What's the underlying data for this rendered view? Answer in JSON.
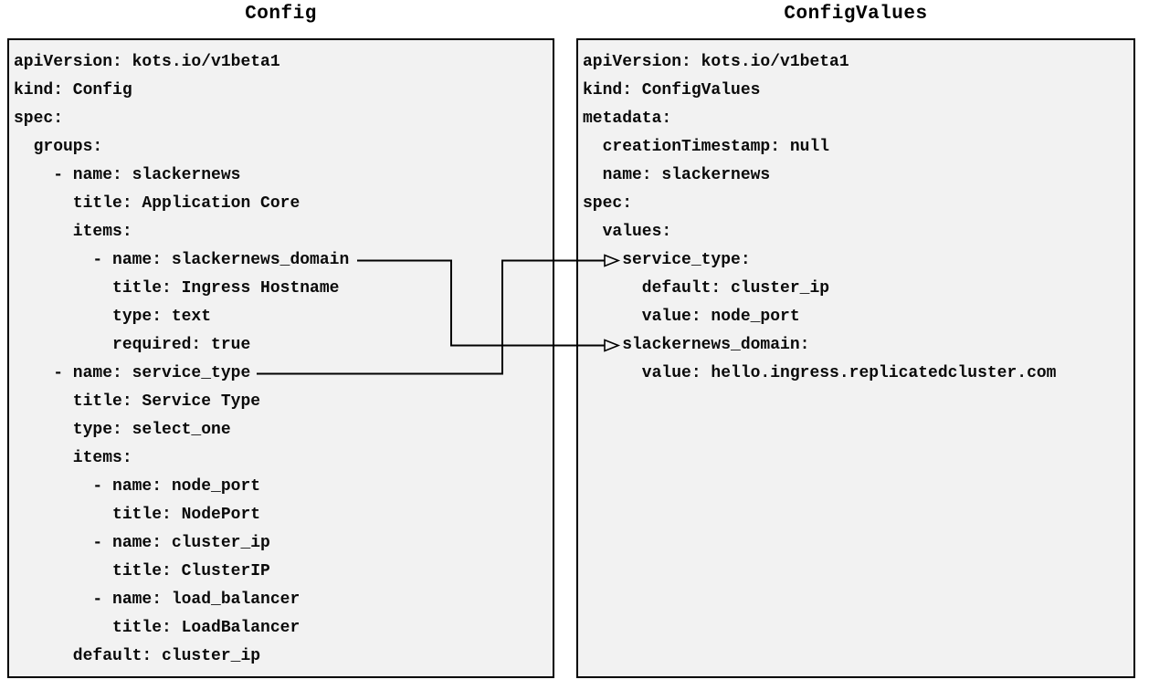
{
  "diagram": {
    "left": {
      "title": "Config",
      "code": "apiVersion: kots.io/v1beta1\nkind: Config\nspec:\n  groups:\n    - name: slackernews\n      title: Application Core\n      items:\n        - name: slackernews_domain\n          title: Ingress Hostname\n          type: text\n          required: true\n    - name: service_type\n      title: Service Type\n      type: select_one\n      items:\n        - name: node_port\n          title: NodePort\n        - name: cluster_ip\n          title: ClusterIP\n        - name: load_balancer\n          title: LoadBalancer\n      default: cluster_ip"
    },
    "right": {
      "title": "ConfigValues",
      "code": "apiVersion: kots.io/v1beta1\nkind: ConfigValues\nmetadata:\n  creationTimestamp: null\n  name: slackernews\nspec:\n  values:\n    service_type:\n      default: cluster_ip\n      value: node_port\n    slackernews_domain:\n      value: hello.ingress.replicatedcluster.com"
    },
    "connections": [
      {
        "from": "Config item slackernews_domain",
        "to": "ConfigValues value slackernews_domain"
      },
      {
        "from": "Config item service_type",
        "to": "ConfigValues value service_type"
      }
    ],
    "colors": {
      "panel_background": "#f2f2f2",
      "panel_border": "#000000",
      "text": "#0a0a0a"
    }
  }
}
